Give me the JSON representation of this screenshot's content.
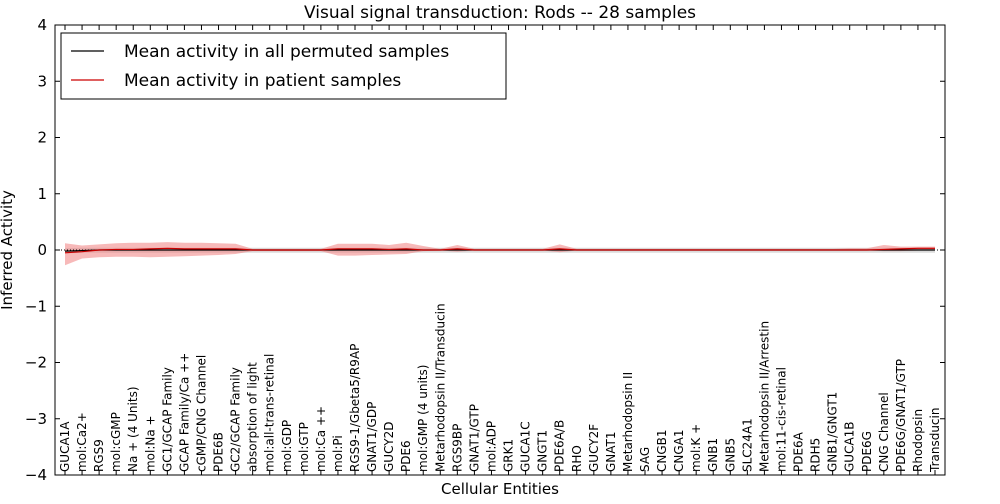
{
  "chart_data": {
    "type": "line",
    "title": "Visual signal transduction: Rods -- 28 samples",
    "xlabel": "Cellular Entities",
    "ylabel": "Inferred Activity",
    "ylim": [
      -4,
      4
    ],
    "yticks": [
      -4,
      -3,
      -2,
      -1,
      0,
      1,
      2,
      3,
      4
    ],
    "ytick_labels": [
      "−4",
      "−3",
      "−2",
      "−1",
      "0",
      "1",
      "2",
      "3",
      "4"
    ],
    "grid": false,
    "legend_position": "top-left",
    "categories": [
      "GUCA1A",
      "mol:Ca2+",
      "RGS9",
      "mol:cGMP",
      "Na + (4 Units)",
      "mol:Na +",
      "GC1/GCAP Family",
      "GCAP Family/Ca ++",
      "cGMP/CNG Channel",
      "PDE6B",
      "GC2/GCAP Family",
      "absorption of light",
      "mol:all-trans-retinal",
      "mol:GDP",
      "mol:GTP",
      "mol:Ca ++",
      "mol:Pi",
      "RGS9-1/Gbeta5/R9AP",
      "GNAT1/GDP",
      "GUCY2D",
      "PDE6",
      "mol:GMP (4 units)",
      "Metarhodopsin II/Transducin",
      "RGS9BP",
      "GNAT1/GTP",
      "mol:ADP",
      "GRK1",
      "GUCA1C",
      "GNGT1",
      "PDE6A/B",
      "RHO",
      "GUCY2F",
      "GNAT1",
      "Metarhodopsin II",
      "SAG",
      "CNGB1",
      "CNGA1",
      "mol:K +",
      "GNB1",
      "GNB5",
      "SLC24A1",
      "Metarhodopsin II/Arrestin",
      "mol:11-cis-retinal",
      "PDE6A",
      "RDH5",
      "GNB1/GNGT1",
      "GUCA1B",
      "PDE6G",
      "CNG Channel",
      "PDE6G/GNAT1/GTP",
      "Rhodopsin",
      "Transducin"
    ],
    "series": [
      {
        "name": "Mean activity in all permuted samples",
        "color": "#000000",
        "band_color": "#b8b8b8",
        "values": [
          -0.02,
          -0.01,
          0.0,
          0.0,
          0.0,
          0.0,
          0.0,
          0.0,
          0.0,
          0.0,
          0.0,
          0.0,
          0.0,
          0.0,
          0.0,
          0.0,
          0.0,
          0.0,
          0.0,
          0.0,
          0.0,
          0.0,
          0.0,
          0.0,
          0.0,
          0.0,
          0.0,
          0.0,
          0.0,
          0.0,
          0.0,
          0.0,
          0.0,
          0.0,
          0.0,
          0.0,
          0.0,
          0.0,
          0.0,
          0.0,
          0.0,
          0.0,
          0.0,
          0.0,
          0.0,
          0.0,
          0.0,
          0.0,
          0.0,
          0.0,
          0.0,
          0.0
        ],
        "band_lower": [
          -0.06,
          -0.05,
          -0.05,
          -0.05,
          -0.05,
          -0.05,
          -0.05,
          -0.05,
          -0.05,
          -0.05,
          -0.05,
          -0.05,
          -0.05,
          -0.05,
          -0.05,
          -0.05,
          -0.05,
          -0.05,
          -0.05,
          -0.05,
          -0.05,
          -0.05,
          -0.05,
          -0.05,
          -0.05,
          -0.05,
          -0.05,
          -0.05,
          -0.05,
          -0.05,
          -0.05,
          -0.05,
          -0.05,
          -0.05,
          -0.05,
          -0.05,
          -0.05,
          -0.05,
          -0.05,
          -0.05,
          -0.05,
          -0.05,
          -0.05,
          -0.05,
          -0.05,
          -0.05,
          -0.05,
          -0.05,
          -0.05,
          -0.05,
          -0.05,
          -0.05
        ],
        "band_upper": [
          0.03,
          0.04,
          0.04,
          0.04,
          0.04,
          0.04,
          0.04,
          0.04,
          0.04,
          0.04,
          0.04,
          0.04,
          0.04,
          0.04,
          0.04,
          0.04,
          0.04,
          0.04,
          0.04,
          0.04,
          0.04,
          0.04,
          0.04,
          0.04,
          0.04,
          0.04,
          0.04,
          0.04,
          0.04,
          0.04,
          0.04,
          0.04,
          0.04,
          0.04,
          0.04,
          0.04,
          0.04,
          0.04,
          0.04,
          0.04,
          0.04,
          0.04,
          0.04,
          0.04,
          0.04,
          0.04,
          0.04,
          0.04,
          0.04,
          0.04,
          0.04,
          0.04
        ]
      },
      {
        "name": "Mean activity in patient samples",
        "color": "#cc0000",
        "band_color": "#f08080",
        "values": [
          -0.05,
          -0.03,
          0.0,
          0.01,
          0.01,
          0.02,
          0.03,
          0.02,
          0.02,
          0.02,
          0.02,
          0.0,
          0.0,
          0.0,
          0.0,
          0.0,
          0.02,
          0.02,
          0.02,
          0.01,
          0.02,
          0.0,
          0.0,
          0.02,
          0.0,
          0.0,
          0.0,
          0.0,
          0.0,
          0.02,
          0.0,
          0.0,
          0.0,
          0.0,
          0.0,
          0.0,
          0.0,
          0.0,
          0.0,
          0.0,
          0.0,
          0.0,
          0.0,
          0.0,
          0.0,
          0.0,
          0.0,
          0.0,
          0.01,
          0.02,
          0.03,
          0.03
        ],
        "band_lower": [
          -0.27,
          -0.15,
          -0.13,
          -0.12,
          -0.12,
          -0.13,
          -0.12,
          -0.11,
          -0.1,
          -0.09,
          -0.07,
          -0.02,
          -0.02,
          -0.02,
          -0.02,
          -0.02,
          -0.1,
          -0.1,
          -0.09,
          -0.08,
          -0.07,
          -0.02,
          -0.01,
          -0.03,
          -0.01,
          -0.01,
          -0.01,
          -0.01,
          -0.01,
          -0.04,
          -0.01,
          -0.01,
          -0.01,
          -0.01,
          -0.01,
          -0.01,
          -0.01,
          -0.01,
          -0.01,
          -0.01,
          -0.01,
          -0.01,
          -0.01,
          -0.01,
          -0.01,
          -0.01,
          -0.01,
          -0.01,
          -0.02,
          -0.02,
          -0.01,
          -0.01
        ],
        "band_upper": [
          0.12,
          0.08,
          0.1,
          0.12,
          0.13,
          0.13,
          0.14,
          0.13,
          0.13,
          0.12,
          0.11,
          0.02,
          0.02,
          0.02,
          0.02,
          0.02,
          0.11,
          0.11,
          0.11,
          0.09,
          0.13,
          0.07,
          0.02,
          0.09,
          0.02,
          0.02,
          0.02,
          0.02,
          0.02,
          0.1,
          0.02,
          0.02,
          0.02,
          0.02,
          0.02,
          0.02,
          0.02,
          0.02,
          0.02,
          0.02,
          0.02,
          0.02,
          0.02,
          0.02,
          0.02,
          0.02,
          0.03,
          0.03,
          0.09,
          0.06,
          0.06,
          0.06
        ]
      }
    ]
  }
}
